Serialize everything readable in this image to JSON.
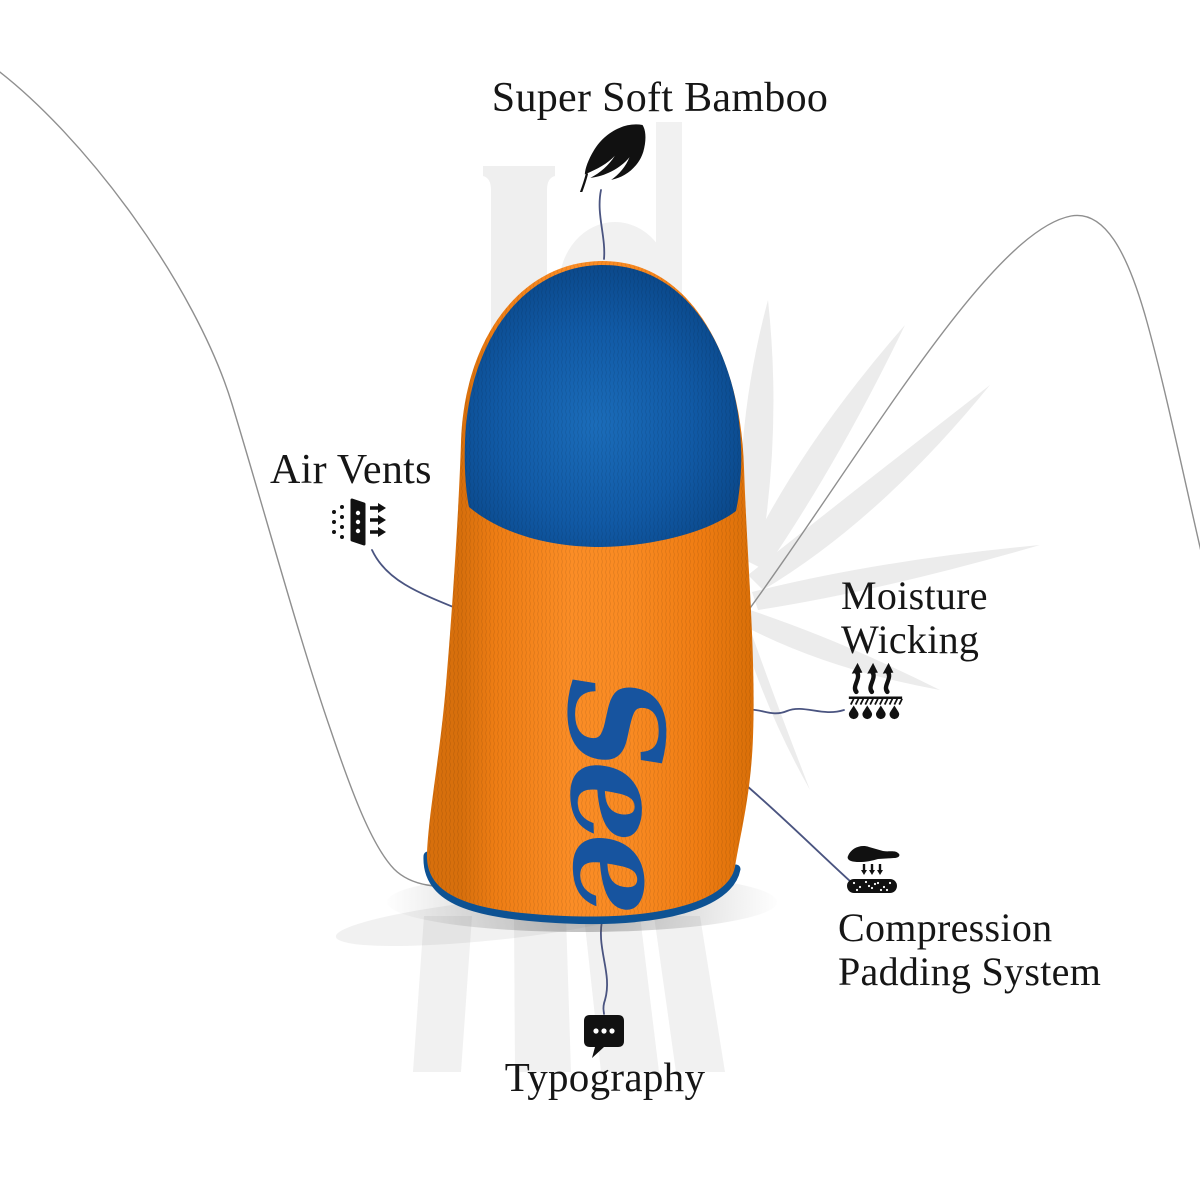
{
  "page": {
    "type": "product-feature-infographic",
    "background": "#ffffff"
  },
  "product": {
    "logo_text": "See",
    "colors": {
      "sock_body_orange": "#f5821f",
      "sock_toe_blue": "#0f549c",
      "sock_trim_blue": "#0d5293",
      "logo_blue": "#17549f"
    }
  },
  "features": [
    {
      "label": "Super Soft Bamboo",
      "icon": "feather-icon",
      "position": "top"
    },
    {
      "label": "Air Vents",
      "icon": "air-vent-icon",
      "position": "left"
    },
    {
      "label": "Moisture Wicking",
      "lines": [
        "Moisture",
        "Wicking"
      ],
      "icon": "moisture-wicking-icon",
      "position": "right"
    },
    {
      "label": "Compression Padding System",
      "lines": [
        "Compression",
        "Padding System"
      ],
      "icon": "compression-padding-icon",
      "position": "bottom-right"
    },
    {
      "label": "Typography",
      "icon": "speech-bubble-icon",
      "position": "bottom"
    }
  ],
  "decor": {
    "connector_color": "#4a5480",
    "curve_color": "#8f8f8f",
    "watermark_color": "#efefef",
    "text_color": "#161616"
  }
}
